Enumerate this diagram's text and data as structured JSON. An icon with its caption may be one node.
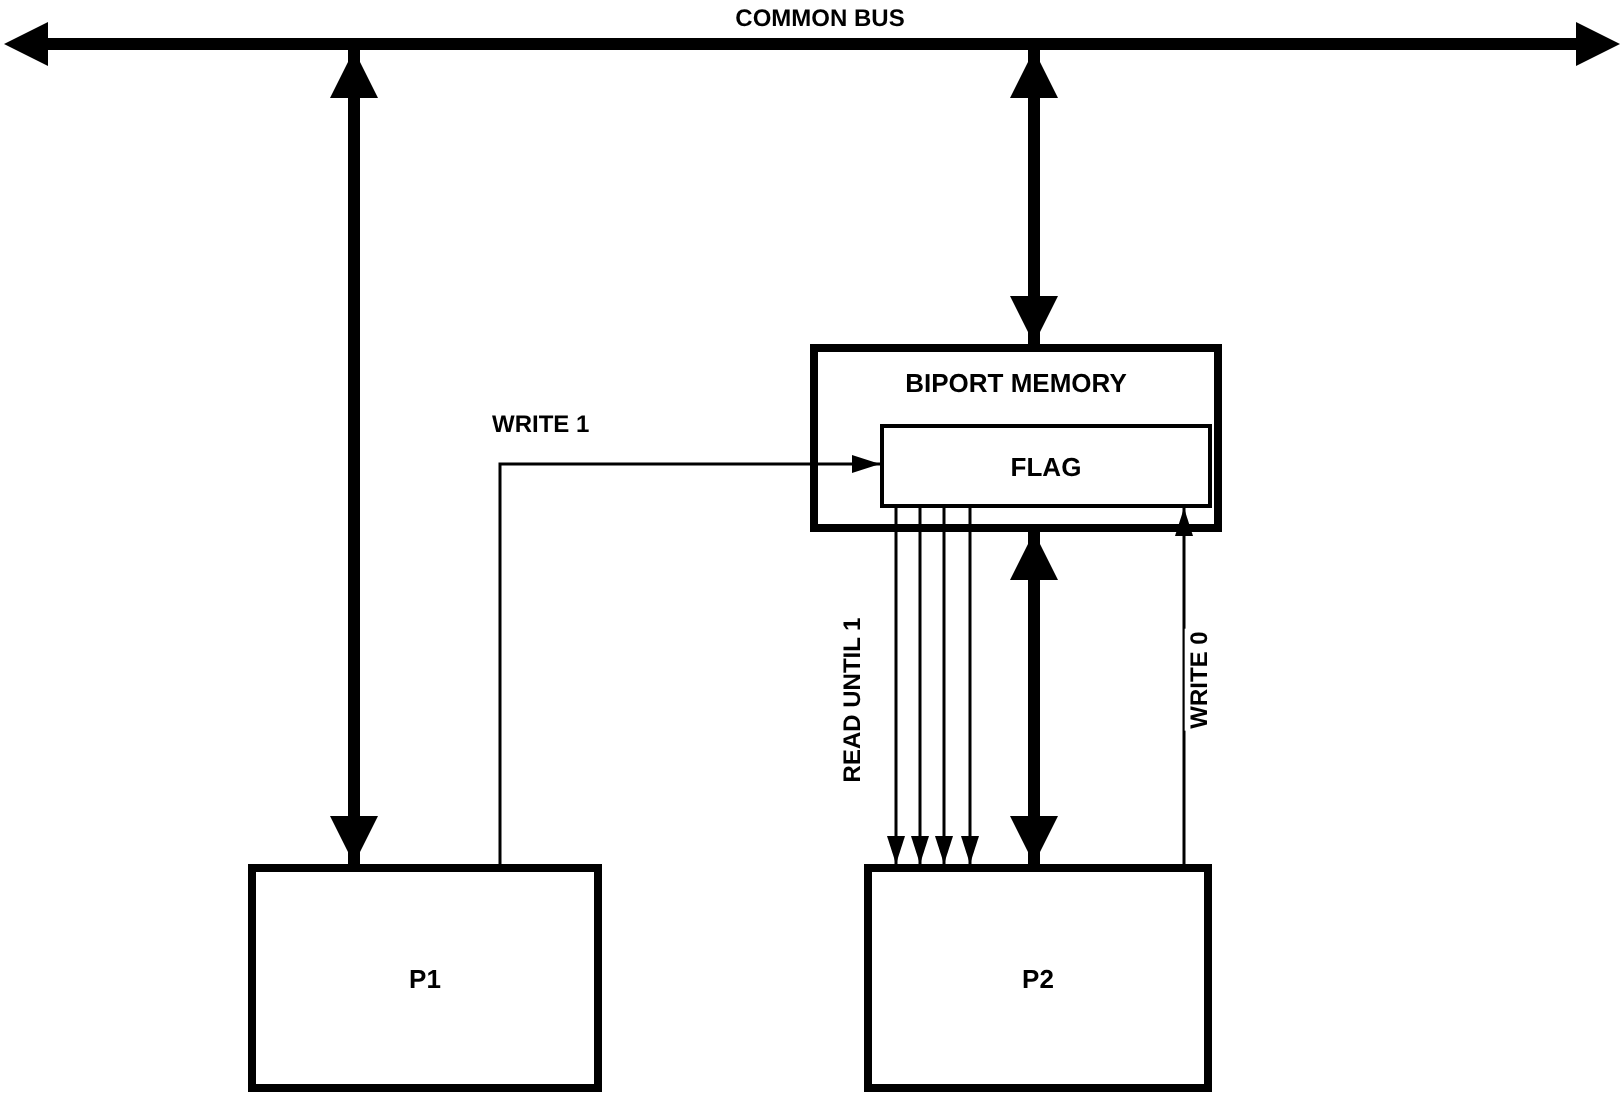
{
  "diagram": {
    "nodes": [
      {
        "text": [
          "COMMON BUS"
        ]
      },
      {
        "text": [
          "BIPORT MEMORY"
        ]
      },
      {
        "text": [
          "FLAG"
        ],
        "in": 1
      },
      {
        "text": [
          "P1"
        ]
      },
      {
        "text": [
          "P2"
        ]
      }
    ],
    "edges": [
      {
        "from": 0,
        "to": 3,
        "arrow": "both",
        "style": "thick"
      },
      {
        "from": 0,
        "to": 1,
        "arrow": "both",
        "style": "thick"
      },
      {
        "from": 3,
        "to": 2,
        "arrow": "to",
        "label": "WRITE 1"
      },
      {
        "from": 2,
        "to": 4,
        "arrow": "to",
        "label": "READ UNTIL 1"
      },
      {
        "from": 2,
        "to": 4,
        "arrow": "to"
      },
      {
        "from": 2,
        "to": 4,
        "arrow": "to"
      },
      {
        "from": 2,
        "to": 4,
        "arrow": "to"
      },
      {
        "from": 1,
        "to": 4,
        "arrow": "both",
        "style": "thick"
      },
      {
        "from": 4,
        "to": 2,
        "arrow": "to",
        "label": "WRITE 0"
      }
    ]
  }
}
